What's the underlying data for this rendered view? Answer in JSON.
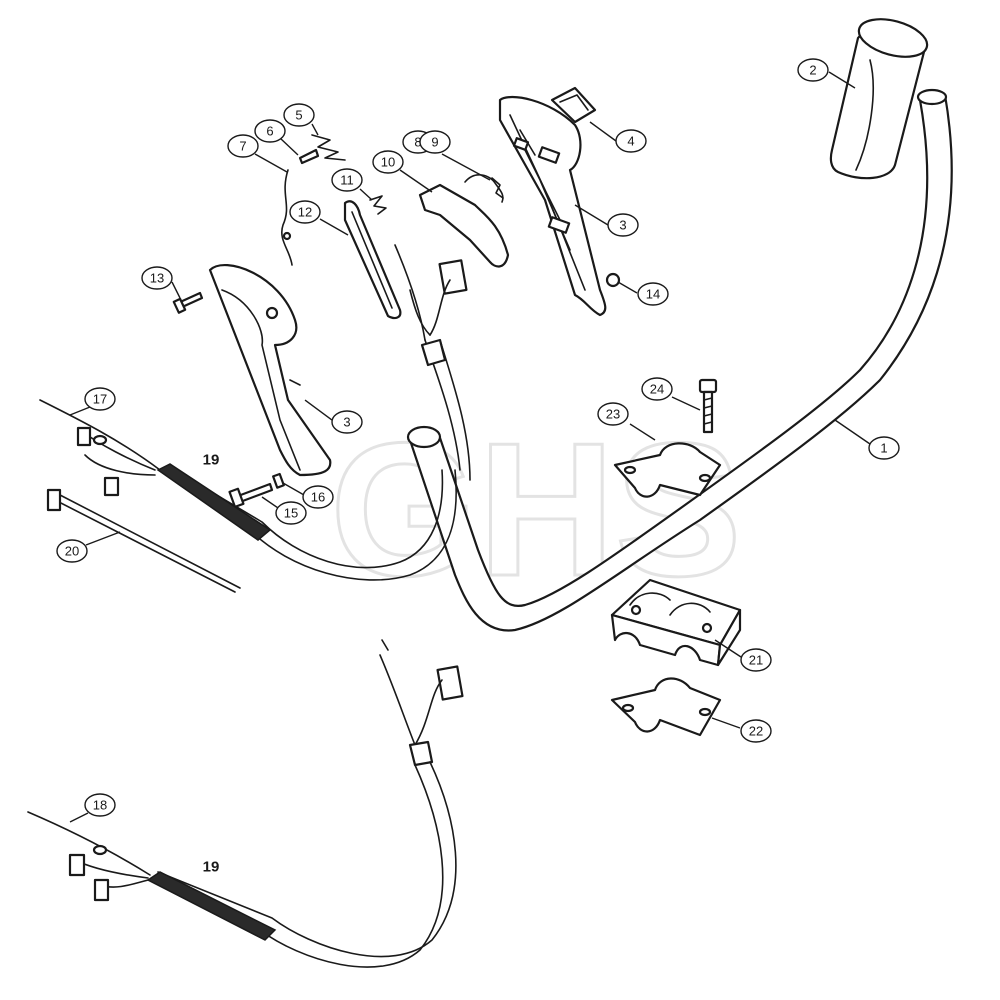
{
  "watermark": "GHS",
  "callouts": [
    {
      "id": "c1",
      "label": "1"
    },
    {
      "id": "c2",
      "label": "2"
    },
    {
      "id": "c3a",
      "label": "3"
    },
    {
      "id": "c3b",
      "label": "3"
    },
    {
      "id": "c4",
      "label": "4"
    },
    {
      "id": "c5",
      "label": "5"
    },
    {
      "id": "c6",
      "label": "6"
    },
    {
      "id": "c7",
      "label": "7"
    },
    {
      "id": "c8",
      "label": "8"
    },
    {
      "id": "c9",
      "label": "9"
    },
    {
      "id": "c10",
      "label": "10"
    },
    {
      "id": "c11",
      "label": "11"
    },
    {
      "id": "c12",
      "label": "12"
    },
    {
      "id": "c13",
      "label": "13"
    },
    {
      "id": "c14",
      "label": "14"
    },
    {
      "id": "c15",
      "label": "15"
    },
    {
      "id": "c16",
      "label": "16"
    },
    {
      "id": "c17",
      "label": "17"
    },
    {
      "id": "c18",
      "label": "18"
    },
    {
      "id": "c20",
      "label": "20"
    },
    {
      "id": "c21",
      "label": "21"
    },
    {
      "id": "c22",
      "label": "22"
    },
    {
      "id": "c23",
      "label": "23"
    },
    {
      "id": "c24",
      "label": "24"
    }
  ],
  "bold_labels": [
    "19",
    "19"
  ]
}
